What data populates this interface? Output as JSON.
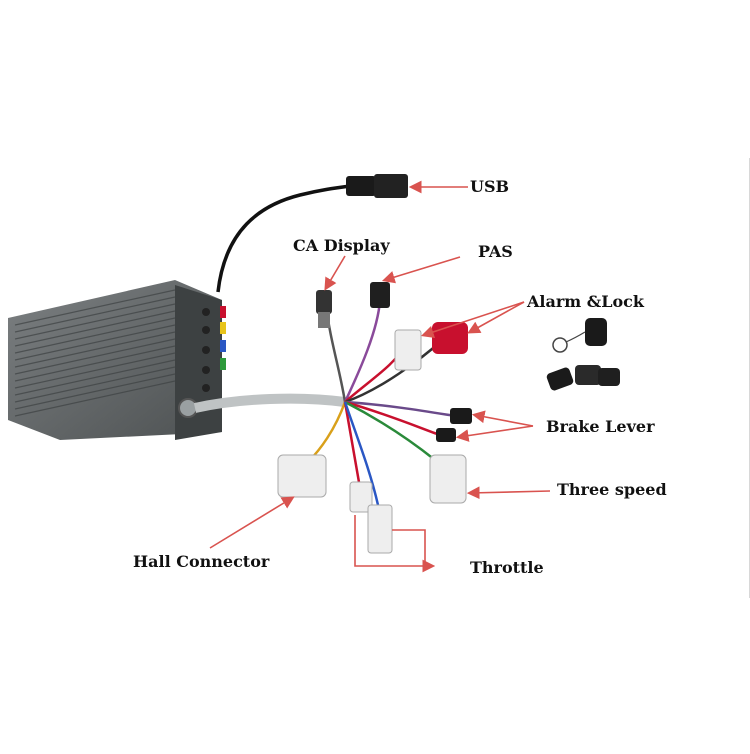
{
  "labels": {
    "usb": "USB",
    "ca_display": "CA Display",
    "pas": "PAS",
    "alarm_lock": "Alarm &Lock",
    "brake_lever": "Brake Lever",
    "three_speed": "Three speed",
    "hall_connector": "Hall Connector",
    "throttle": "Throttle"
  },
  "colors": {
    "arrow": "#d9534f",
    "controller_body": "#6b6f70",
    "cable_gray": "#bfc3c4",
    "connector_white": "#eeeeee",
    "connector_red": "#c8102e",
    "connector_black": "#1a1a1a"
  }
}
